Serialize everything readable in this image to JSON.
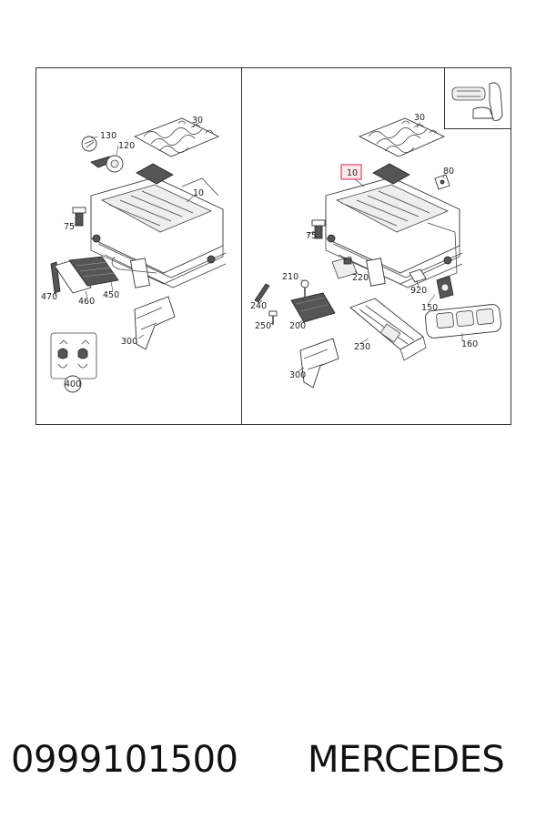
{
  "caption": {
    "part_number": "0999101500",
    "brand": "MERCEDES"
  },
  "diagram": {
    "left_panel": {
      "callouts": [
        "130",
        "120",
        "30",
        "10",
        "75",
        "470",
        "460",
        "450",
        "300",
        "400"
      ]
    },
    "right_panel": {
      "callouts": [
        "30",
        "10",
        "80",
        "75",
        "210",
        "220",
        "240",
        "250",
        "200",
        "920",
        "150",
        "230",
        "160",
        "300"
      ],
      "highlighted_callout": "10",
      "highlight_color": "#e0607a"
    }
  }
}
